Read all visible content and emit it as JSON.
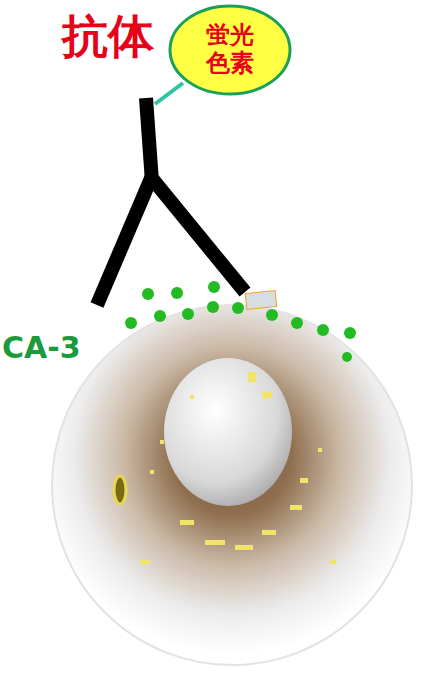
{
  "diagram": {
    "nodes": [
      {
        "text": [
          "蛍光 色素"
        ]
      }
    ],
    "labels": [
      "抗体",
      "CA-3"
    ]
  }
}
